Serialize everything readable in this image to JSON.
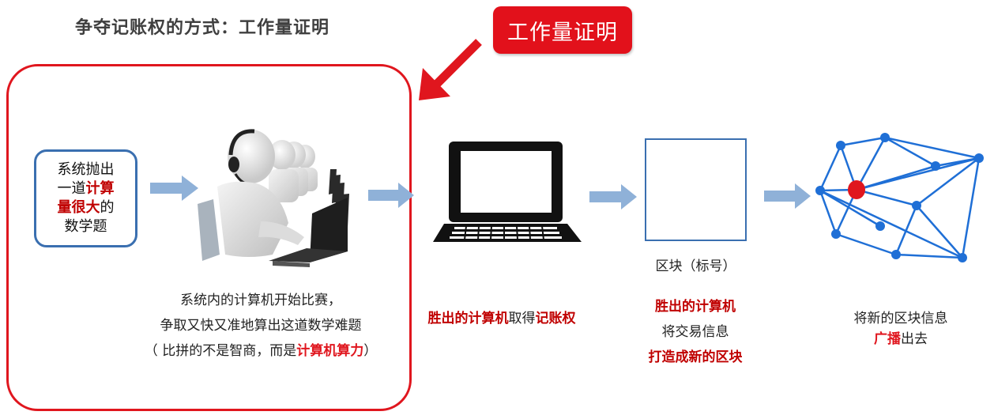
{
  "title": "争夺记账权的方式：工作量证明",
  "tag_label": "工作量证明",
  "problem_box": {
    "line1": "系统抛出",
    "line2_plain": "一道",
    "line2_highlight": "计算",
    "line3_highlight": "量很大",
    "line3_plain": "的",
    "line4": "数学题"
  },
  "competition_caption": {
    "line1": "系统内的计算机开始比赛，",
    "line2": "争取又快又准地算出这道数学难题",
    "line3_prefix": "（ 比拼的不是智商，而是",
    "line3_highlight": "计算机算力",
    "line3_suffix": "）"
  },
  "winner_caption": {
    "part1_highlight": "胜出的计算机",
    "part2": "取得",
    "part3_highlight": "记账权"
  },
  "block_label": "区块（标号）",
  "block_caption": {
    "line1": "胜出的计算机",
    "line2": "将交易信息",
    "line3": "打造成新的区块"
  },
  "broadcast_caption": {
    "line1": "将新的区块信息",
    "line2_highlight": "广播",
    "line2_plain": "出去"
  },
  "colors": {
    "accent_red": "#e0161e",
    "dark_red": "#c00000",
    "flow_arrow": "#8fb1d8",
    "network_blue": "#1f6fd6",
    "node_red": "#e0161e"
  },
  "icons": [
    "big-red-arrow",
    "flow-arrow",
    "operators-illustration",
    "laptop-icon",
    "block-square",
    "network-graph"
  ]
}
